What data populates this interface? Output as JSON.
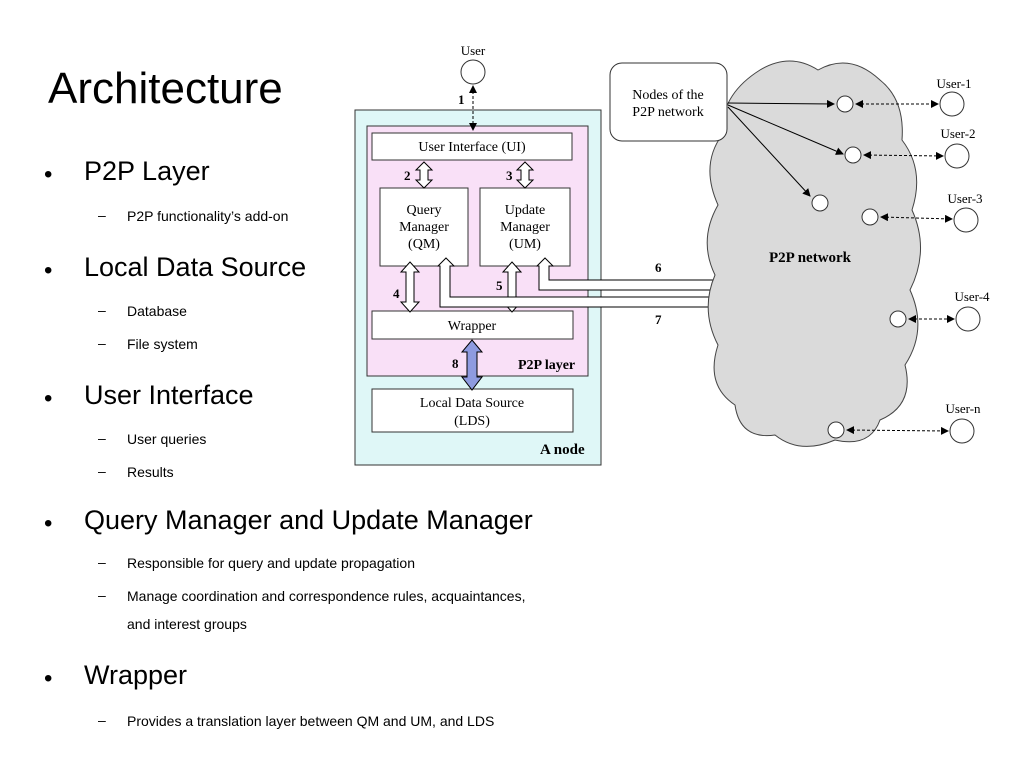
{
  "slide": {
    "title": "Architecture",
    "bullets": [
      {
        "text": "P2P Layer",
        "subs": [
          "P2P functionality’s add-on"
        ]
      },
      {
        "text": "Local Data Source",
        "subs": [
          "Database",
          "File system"
        ]
      },
      {
        "text": "User Interface",
        "subs": [
          "User queries",
          "Results"
        ]
      },
      {
        "text": "Query Manager and Update Manager",
        "subs": [
          "Responsible for query and update propagation",
          "Manage coordination and correspondence rules, acquaintances,",
          "and interest groups"
        ]
      },
      {
        "text": "Wrapper",
        "subs": [
          "Provides a translation layer between QM and UM, and LDS"
        ]
      }
    ]
  },
  "diagram": {
    "user_label": "User",
    "ui_label": "User Interface (UI)",
    "qm_lines": [
      "Query",
      "Manager",
      "(QM)"
    ],
    "um_lines": [
      "Update",
      "Manager",
      "(UM)"
    ],
    "wrapper_label": "Wrapper",
    "p2p_layer_label": "P2P layer",
    "lds_lines": [
      "Local Data Source",
      "(LDS)"
    ],
    "node_label": "A node",
    "callout_lines": [
      "Nodes of the",
      "P2P network"
    ],
    "network_label": "P2P network",
    "users": [
      "User-1",
      "User-2",
      "User-3",
      "User-4",
      "User-n"
    ],
    "arrow_numbers": [
      "1",
      "2",
      "3",
      "4",
      "5",
      "6",
      "7",
      "8"
    ],
    "colors": {
      "node_bg": "#dff7f7",
      "layer_bg": "#f9e0f7",
      "cloud": "#dadada",
      "arrow8": "#8e9be0"
    }
  }
}
